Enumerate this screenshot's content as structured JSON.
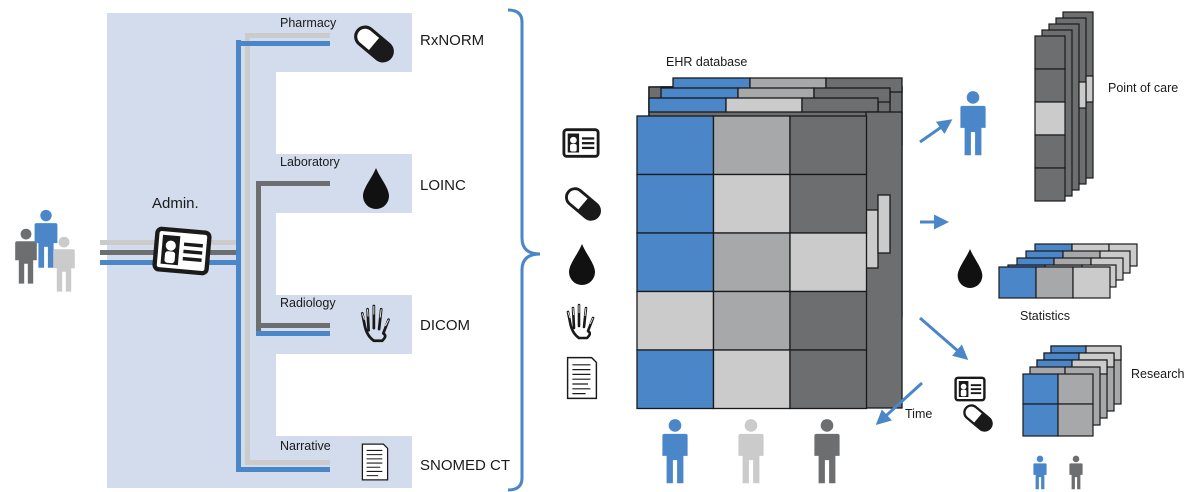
{
  "colors": {
    "blue": "#4a86c8",
    "panel": "#d3dced",
    "light_gray": "#cbcbcb",
    "mid_gray": "#a7a8aa",
    "dark_gray": "#6d6e70",
    "ink": "#1a1a1a"
  },
  "left": {
    "admin_label": "Admin.",
    "sources": [
      {
        "category": "Pharmacy",
        "standard": "RxNORM",
        "icon": "pill-icon"
      },
      {
        "category": "Laboratory",
        "standard": "LOINC",
        "icon": "blood-drop-icon"
      },
      {
        "category": "Radiology",
        "standard": "DICOM",
        "icon": "xray-hand-icon"
      },
      {
        "category": "Narrative",
        "standard": "SNOMED CT",
        "icon": "document-icon"
      }
    ]
  },
  "database": {
    "title": "EHR database",
    "grid": [
      [
        "blue",
        "mid_gray",
        "dark_gray"
      ],
      [
        "blue",
        "light_gray",
        "dark_gray"
      ],
      [
        "blue",
        "mid_gray",
        "light_gray"
      ],
      [
        "light_gray",
        "mid_gray",
        "dark_gray"
      ],
      [
        "blue",
        "light_gray",
        "dark_gray"
      ]
    ],
    "time_label": "Time"
  },
  "outputs": {
    "point_of_care": "Point of care",
    "statistics": "Statistics",
    "research": "Research"
  }
}
